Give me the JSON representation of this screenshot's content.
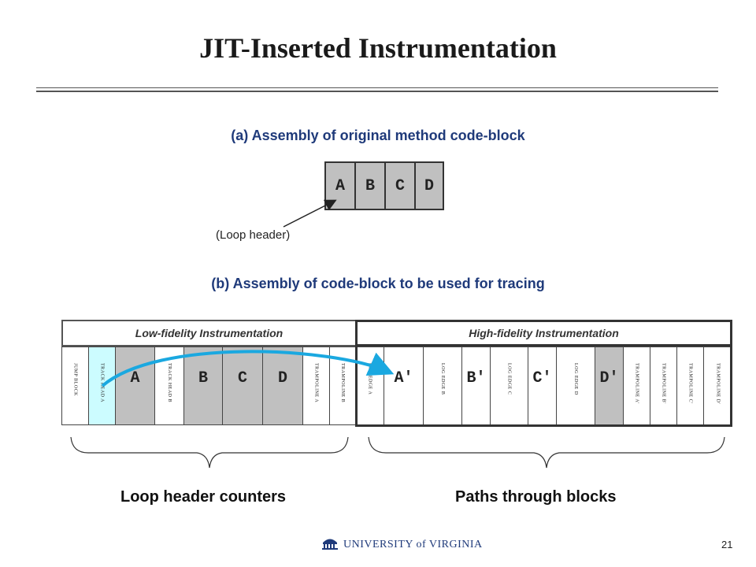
{
  "title": "JIT-Inserted  Instrumentation",
  "heading_a": "(a) Assembly of original method code-block",
  "heading_b": "(b) Assembly of code-block to be used for tracing",
  "original_blocks": [
    "A",
    "B",
    "C",
    "D"
  ],
  "loop_header_label": "(Loop header)",
  "bands": {
    "low": "Low-fidelity  Instrumentation",
    "high": "High-fidelity  Instrumentation"
  },
  "cells": [
    {
      "label": "JUMP  BLOCK",
      "kind": "small",
      "fill": "white"
    },
    {
      "label": "TRACK  HEAD  A",
      "kind": "small",
      "fill": "cyan"
    },
    {
      "label": "A",
      "kind": "big",
      "fill": "grey"
    },
    {
      "label": "TRACK  HEAD  B",
      "kind": "small",
      "fill": "white"
    },
    {
      "label": "B",
      "kind": "big",
      "fill": "grey"
    },
    {
      "label": "C",
      "kind": "big",
      "fill": "grey"
    },
    {
      "label": "D",
      "kind": "big",
      "fill": "grey"
    },
    {
      "label": "TRAMPOLINE  A",
      "kind": "small",
      "fill": "white"
    },
    {
      "label": "TRAMPOLINE  B",
      "kind": "small",
      "fill": "white"
    },
    {
      "label": "LOG  EDGE  A",
      "kind": "small",
      "fill": "white"
    },
    {
      "label": "A′",
      "kind": "big",
      "fill": "white"
    },
    {
      "label": "LOG  EDGE  B",
      "kind": "small",
      "fill": "white"
    },
    {
      "label": "B′",
      "kind": "big",
      "fill": "white"
    },
    {
      "label": "LOG  EDGE  C",
      "kind": "small",
      "fill": "white"
    },
    {
      "label": "C′",
      "kind": "big",
      "fill": "white"
    },
    {
      "label": "LOG  EDGE  D",
      "kind": "small",
      "fill": "white"
    },
    {
      "label": "D′",
      "kind": "big",
      "fill": "grey"
    },
    {
      "label": "TRAMPOLINE  A′",
      "kind": "small",
      "fill": "white"
    },
    {
      "label": "TRAMPOLINE  B′",
      "kind": "small",
      "fill": "white"
    },
    {
      "label": "TRAMPOLINE  C′",
      "kind": "small",
      "fill": "white"
    },
    {
      "label": "TRAMPOLINE  D′",
      "kind": "small",
      "fill": "white"
    }
  ],
  "bottom_labels": {
    "left": "Loop header counters",
    "right": "Paths through blocks"
  },
  "footer": {
    "logo_text": "UNIVERSITY of VIRGINIA",
    "page_number": "21",
    "logo_icon": "rotunda-icon"
  },
  "colors": {
    "heading": "#1f3a7a",
    "block_grey": "#c0c0c0",
    "cyan_cell": "#ccfcff",
    "arrow": "#1aa8e0"
  }
}
